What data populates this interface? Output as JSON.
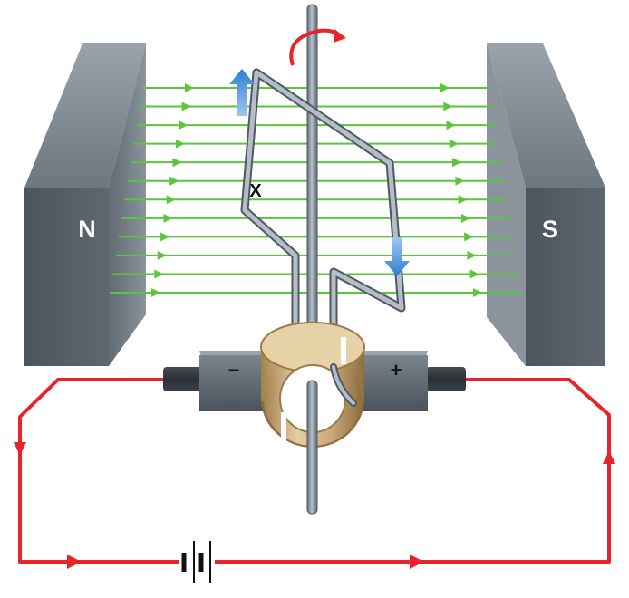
{
  "labels": {
    "north_pole": "N",
    "south_pole": "S",
    "minus_terminal": "−",
    "plus_terminal": "+",
    "coil_point": "X"
  },
  "colors": {
    "field_line": "#5cc63a",
    "circuit_wire": "#e8232a",
    "magnet_front": "#565f69",
    "magnet_side": "#7c868f",
    "commutator": "#c9a877",
    "current_arrow": "#3f8fd8",
    "shaft": "#7f8c99"
  },
  "icons": {
    "rotation": "curved-arrow-icon",
    "current_up": "up-arrow-icon",
    "current_down": "down-arrow-icon",
    "battery": "battery-symbol-icon"
  }
}
